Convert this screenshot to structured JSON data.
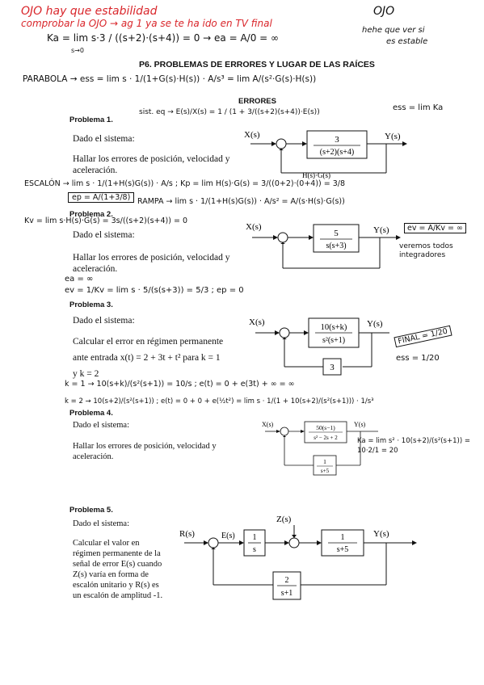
{
  "header": {
    "red_note_1": "OJO hay que estabilidad",
    "red_note_2": "comprobar la OJO → ag 1 ya se te ha ido en TV final",
    "ojo_right_1": "OJO",
    "ojo_right_2": "hehe que ver si",
    "ojo_right_3": "es estable",
    "ka_formula": "Ka = lim s·3 / ((s+2)·(s+4)) = 0 → ea = A/0 = ∞",
    "lim_sub": "s→0"
  },
  "section_title": "P6. PROBLEMAS DE ERRORES Y LUGAR DE LAS RAÍCES",
  "parabola_note": "PARABOLA → ess = lim s · 1/(1+G(s)·H(s)) · A/s³ = lim A/(s²·G(s)·H(s))",
  "errores_title": "ERRORES",
  "p1": {
    "title": "Problema 1.",
    "statement_1": "Dado el sistema:",
    "statement_2": "Hallar los errores de posición, velocidad y",
    "statement_3": "aceleración.",
    "note_tf": "sist. eq → E(s)/X(s) = 1 / (1 + 3/((s+2)(s+4))·E(s))",
    "note_ess": "ess = lim Ka",
    "note_escalon": "ESCALÓN → lim s · 1/(1+H(s)G(s)) · A/s ; Kp = lim H(s)·G(s) = 3/((0+2)·(0+4)) = 3/8",
    "note_ep": "ep = A/(1+3/8)",
    "note_rampa": "RAMPA → lim s · 1/(1+H(s)G(s)) · A/s² = A/(s·H(s)·G(s))",
    "diagram": {
      "x": "X(s)",
      "y": "Y(s)",
      "tf": "3",
      "tf_den": "(s+2)(s+4)",
      "hg": "H(s)·G(s)"
    }
  },
  "p2": {
    "title": "Problema 2.",
    "statement_1": "Dado el sistema:",
    "statement_2": "Hallar los errores de posición, velocidad y",
    "statement_3": "aceleración.",
    "note_kv": "Kv = lim s·H(s)·G(s) = 3s/((s+2)(s+4)) = 0",
    "note_ev_box": "ev = A/Kv = ∞",
    "note_right": "veremos todos integradores",
    "note_ea": "ea = ∞",
    "note_ev": "ev = 1/Kv = lim s · 5/(s(s+3)) = 5/3 ; ep = 0",
    "diagram": {
      "x": "X(s)",
      "y": "Y(s)",
      "tf": "5",
      "tf_den": "s(s+3)"
    }
  },
  "p3": {
    "title": "Problema 3.",
    "statement_1": "Dado el sistema:",
    "statement_2": "Calcular el error en régimen permanente",
    "statement_3": "ante entrada x(t) = 2 + 3t + t² para k = 1",
    "statement_4": "y k = 2",
    "note_k1": "k = 1 → 10(s+k)/(s²(s+1)) = 10/s ; e(t) = 0 + e(3t) + ∞ = ∞",
    "note_k2": "k = 2 → 10(s+2)/(s²(s+1)) ; e(t) = 0 + 0 + e(½t²) = lim s · 1/(1 + 10(s+2)/(s²(s+1))) · 1/s³",
    "note_final": "FINAL = 1/20",
    "note_ess": "ess = 1/20",
    "note_ka": "Ka = lim s² · 10(s+2)/(s²(s+1)) = 10·2/1 = 20",
    "diagram": {
      "x": "X(s)",
      "y": "Y(s)",
      "tf": "10(s+k)",
      "tf_den": "s²(s+1)",
      "fb": "3"
    }
  },
  "p4": {
    "title": "Problema 4.",
    "statement_1": "Dado el sistema:",
    "statement_2": "Hallar los errores de posición, velocidad y",
    "statement_3": "aceleración.",
    "diagram": {
      "x": "X(s)",
      "y": "Y(s)",
      "tf": "50(s−1)",
      "tf_den": "s² − 2s + 2",
      "fb": "1",
      "fb_den": "s+5"
    }
  },
  "p5": {
    "title": "Problema 5.",
    "statement_1": "Dado el sistema:",
    "statement_2": "Calcular el valor en",
    "statement_3": "régimen permanente de la",
    "statement_4": "señal de error E(s) cuando",
    "statement_5": "Z(s) varía en forma de",
    "statement_6": "escalón unitario y R(s) es",
    "statement_7": "un escalón de amplitud -1.",
    "diagram": {
      "r": "R(s)",
      "e": "E(s)",
      "z": "Z(s)",
      "y": "Y(s)",
      "b1": "1",
      "b1_den": "s",
      "b2": "1",
      "b2_den": "s+5",
      "fb": "2",
      "fb_den": "s+1"
    }
  }
}
